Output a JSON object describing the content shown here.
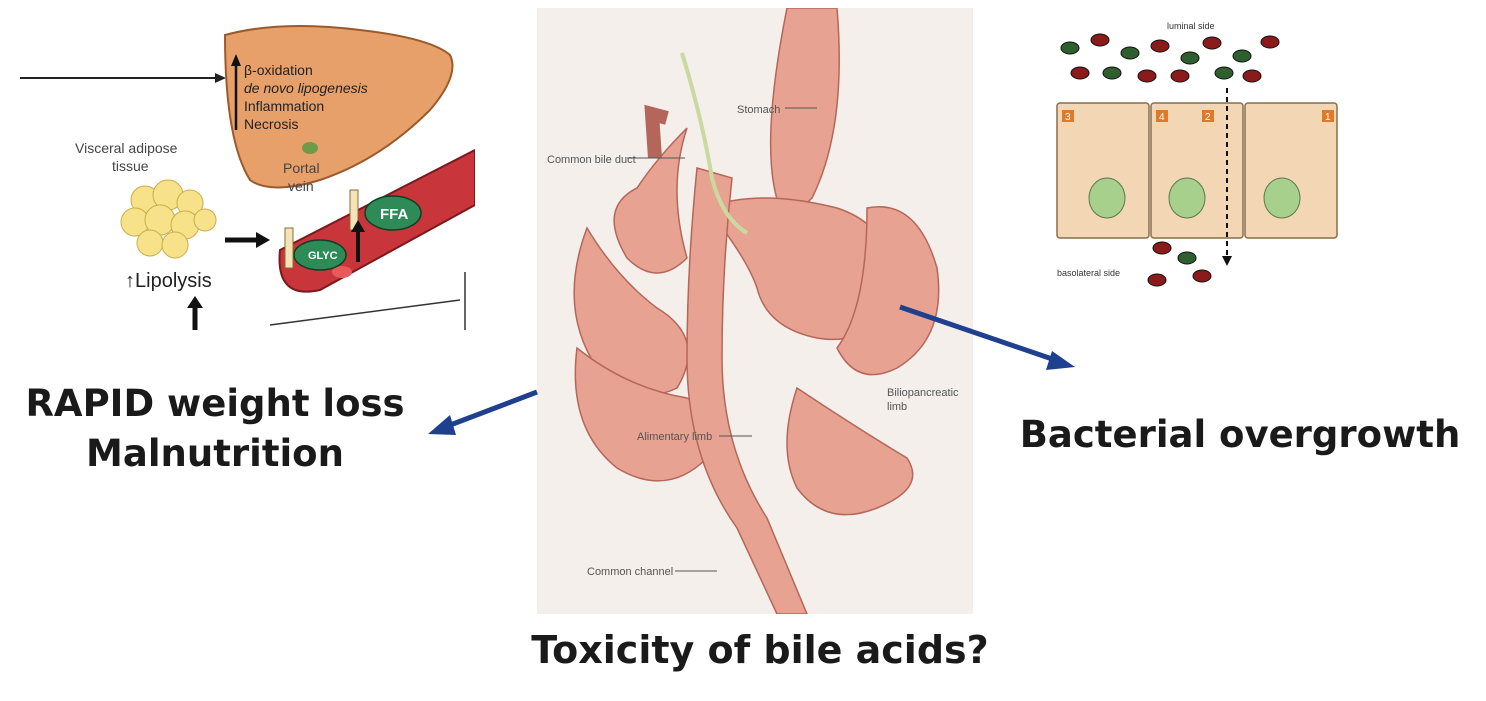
{
  "captions": {
    "left_line1": "RAPID weight loss",
    "left_line2": "Malnutrition",
    "right": "Bacterial overgrowth",
    "bottom": "Toxicity of bile acids?"
  },
  "liver_figure": {
    "liver_labels": [
      "β-oxidation",
      "de novo lipogenesis",
      "Inflammation",
      "Necrosis"
    ],
    "adipose_label_line1": "Visceral adipose",
    "adipose_label_line2": "tissue",
    "portal_label_line1": "Portal",
    "portal_label_line2": "vein",
    "ffa_label": "FFA",
    "glyc_label": "GLYC",
    "lipolysis_label": "Lipolysis",
    "colors": {
      "liver": "#e8a06a",
      "adipose": "#f7e28a",
      "vein": "#c8353a",
      "molecule": "#2e8b57"
    }
  },
  "gi_figure": {
    "label_common_bile_duct": "Common bile duct",
    "label_stomach": "Stomach",
    "label_biliopancreatic_line1": "Biliopancreatic",
    "label_biliopancreatic_line2": "limb",
    "label_alimentary": "Alimentary limb",
    "label_common_channel": "Common channel",
    "colors": {
      "intestine": "#e8a291",
      "background": "#f4efea"
    }
  },
  "cell_figure": {
    "label_luminal": "luminal side",
    "label_basolateral": "basolateral side",
    "cell_numbers": [
      "3",
      "4",
      "2",
      "1"
    ],
    "colors": {
      "cell": "#f3d7b5",
      "nucleus": "#a8d08d",
      "bacteria_red": "#8b1a1a",
      "bacteria_green": "#2f5f2f"
    }
  },
  "arrow_color": "#1f3f8f"
}
